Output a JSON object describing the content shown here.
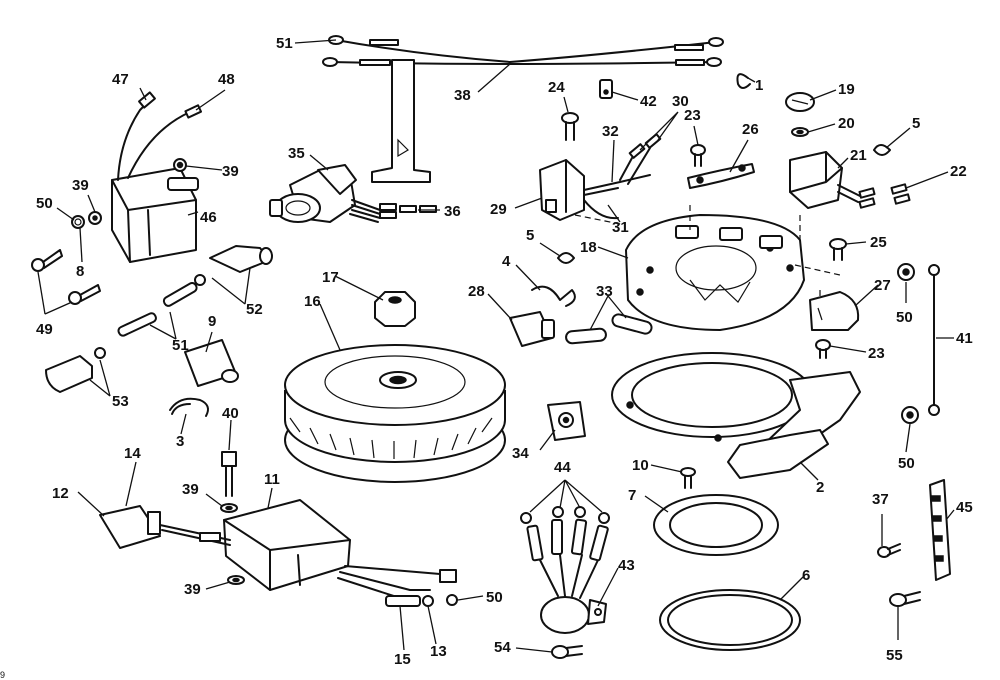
{
  "diagram": {
    "callouts": [
      {
        "id": "1",
        "label": "1"
      },
      {
        "id": "2",
        "label": "2"
      },
      {
        "id": "3",
        "label": "3"
      },
      {
        "id": "4",
        "label": "4"
      },
      {
        "id": "5a",
        "label": "5"
      },
      {
        "id": "5b",
        "label": "5"
      },
      {
        "id": "6",
        "label": "6"
      },
      {
        "id": "7",
        "label": "7"
      },
      {
        "id": "8",
        "label": "8"
      },
      {
        "id": "9",
        "label": "9"
      },
      {
        "id": "10",
        "label": "10"
      },
      {
        "id": "11",
        "label": "11"
      },
      {
        "id": "12",
        "label": "12"
      },
      {
        "id": "13",
        "label": "13"
      },
      {
        "id": "14",
        "label": "14"
      },
      {
        "id": "15",
        "label": "15"
      },
      {
        "id": "16",
        "label": "16"
      },
      {
        "id": "17",
        "label": "17"
      },
      {
        "id": "18",
        "label": "18"
      },
      {
        "id": "19",
        "label": "19"
      },
      {
        "id": "20",
        "label": "20"
      },
      {
        "id": "21",
        "label": "21"
      },
      {
        "id": "22",
        "label": "22"
      },
      {
        "id": "23a",
        "label": "23"
      },
      {
        "id": "23b",
        "label": "23"
      },
      {
        "id": "24",
        "label": "24"
      },
      {
        "id": "25",
        "label": "25"
      },
      {
        "id": "26",
        "label": "26"
      },
      {
        "id": "27",
        "label": "27"
      },
      {
        "id": "28",
        "label": "28"
      },
      {
        "id": "29",
        "label": "29"
      },
      {
        "id": "30",
        "label": "30"
      },
      {
        "id": "31",
        "label": "31"
      },
      {
        "id": "32",
        "label": "32"
      },
      {
        "id": "33",
        "label": "33"
      },
      {
        "id": "34",
        "label": "34"
      },
      {
        "id": "35",
        "label": "35"
      },
      {
        "id": "36",
        "label": "36"
      },
      {
        "id": "37",
        "label": "37"
      },
      {
        "id": "38",
        "label": "38"
      },
      {
        "id": "39a",
        "label": "39"
      },
      {
        "id": "39b",
        "label": "39"
      },
      {
        "id": "39c",
        "label": "39"
      },
      {
        "id": "39d",
        "label": "39"
      },
      {
        "id": "40",
        "label": "40"
      },
      {
        "id": "41",
        "label": "41"
      },
      {
        "id": "42",
        "label": "42"
      },
      {
        "id": "43",
        "label": "43"
      },
      {
        "id": "44",
        "label": "44"
      },
      {
        "id": "45",
        "label": "45"
      },
      {
        "id": "46",
        "label": "46"
      },
      {
        "id": "47",
        "label": "47"
      },
      {
        "id": "48",
        "label": "48"
      },
      {
        "id": "49",
        "label": "49"
      },
      {
        "id": "50a",
        "label": "50"
      },
      {
        "id": "50b",
        "label": "50"
      },
      {
        "id": "50c",
        "label": "50"
      },
      {
        "id": "50d",
        "label": "50"
      },
      {
        "id": "51a",
        "label": "51"
      },
      {
        "id": "51b",
        "label": "51"
      },
      {
        "id": "52",
        "label": "52"
      },
      {
        "id": "53",
        "label": "53"
      },
      {
        "id": "54",
        "label": "54"
      },
      {
        "id": "55",
        "label": "55"
      }
    ],
    "corner_mark": "9"
  }
}
